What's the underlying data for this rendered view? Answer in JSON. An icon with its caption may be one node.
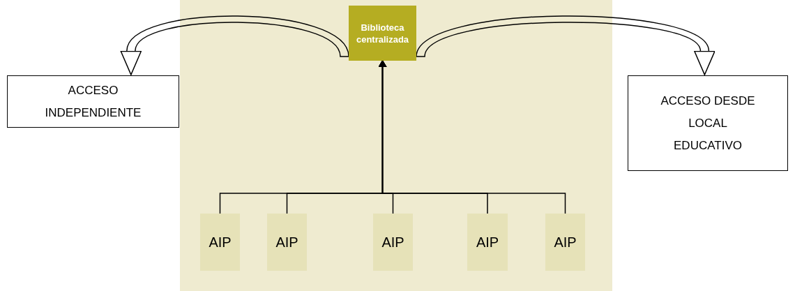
{
  "diagram": {
    "nodes": [
      {
        "text": [
          "Biblioteca centralizada"
        ]
      },
      {
        "text": [
          "ACCESO INDEPENDIENTE"
        ]
      },
      {
        "text": [
          "ACCESO DESDE LOCAL EDUCATIVO"
        ]
      },
      {
        "text": [
          "AIP"
        ]
      },
      {
        "text": [
          "AIP"
        ]
      },
      {
        "text": [
          "AIP"
        ]
      },
      {
        "text": [
          "AIP"
        ]
      },
      {
        "text": [
          "AIP"
        ]
      }
    ],
    "edges": [
      {
        "from": 0,
        "to": 1,
        "arrow": "to"
      },
      {
        "from": 0,
        "to": 2,
        "arrow": "to"
      },
      {
        "from": 3,
        "to": 0,
        "arrow": "to"
      },
      {
        "from": 4,
        "to": 0,
        "arrow": "to"
      },
      {
        "from": 5,
        "to": 0,
        "arrow": "to"
      },
      {
        "from": 6,
        "to": 0,
        "arrow": "to"
      },
      {
        "from": 7,
        "to": 0,
        "arrow": "to"
      }
    ]
  }
}
